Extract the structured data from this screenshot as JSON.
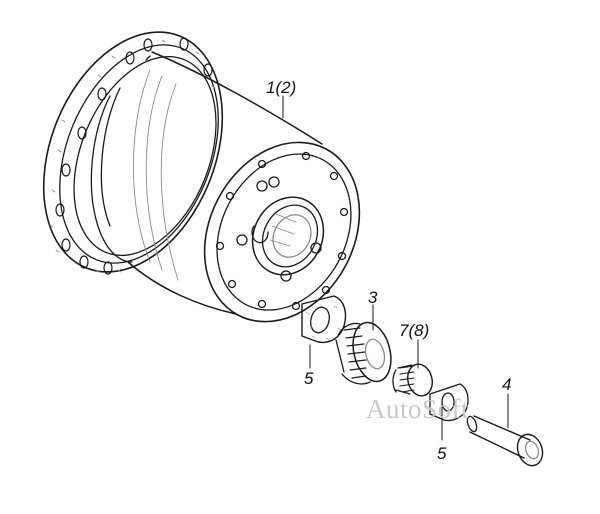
{
  "callouts": {
    "hub_housing": "1(2)",
    "gear": "3",
    "needle_bearing": "7(8)",
    "washer_left": "5",
    "washer_right": "5",
    "axle_pin": "4"
  },
  "watermark": "AutoSoft",
  "colors": {
    "line": "#1a1a1a",
    "shade": "#8a8a8a",
    "background": "#ffffff"
  }
}
